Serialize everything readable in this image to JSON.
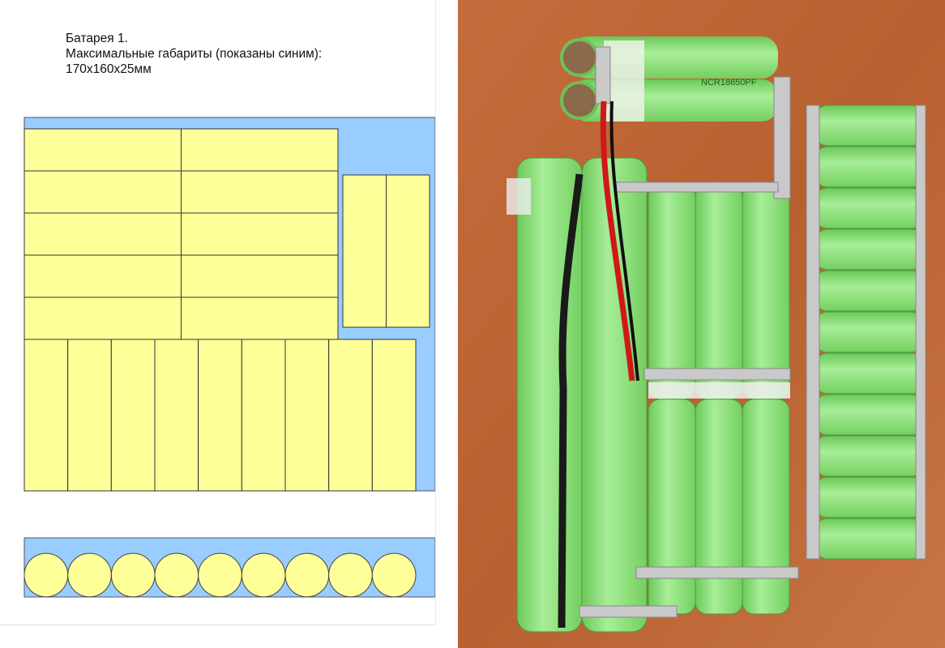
{
  "caption": {
    "line1": "Батарея 1.",
    "line2": "Максимальные габариты (показаны синим):",
    "line3": "170x160x25мм"
  },
  "diagram": {
    "outline_color": "#99ccff",
    "cell_color": "#ffff99",
    "top_view": {
      "horizontal_cells": {
        "rows": 5,
        "columns": 2
      },
      "vertical_pair": {
        "count": 2
      },
      "bottom_row": {
        "count": 9
      }
    },
    "side_view": {
      "circles": 9
    }
  },
  "photo": {
    "cell_marking": "NCR18650PF",
    "wood_color": "#c0683a",
    "cell_green": "#8ee07a"
  }
}
